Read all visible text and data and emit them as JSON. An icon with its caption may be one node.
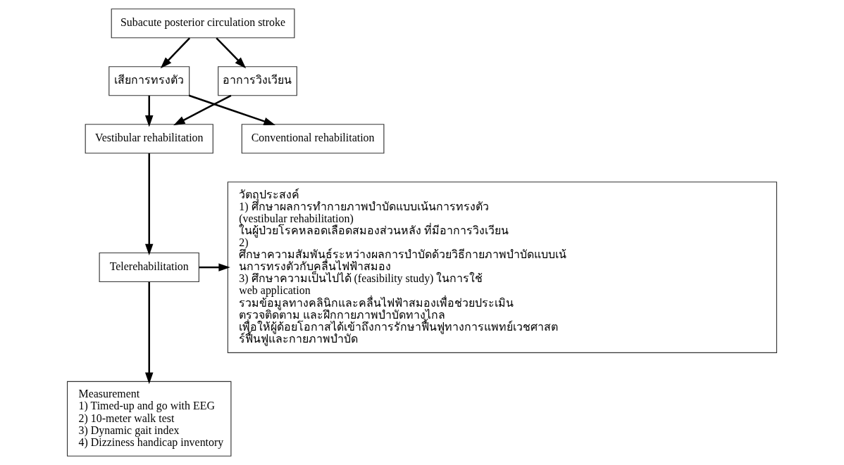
{
  "diagram": {
    "nodes": [
      {
        "text": [
          "Subacute posterior circulation stroke"
        ]
      },
      {
        "text": [
          "เสียการทรงตัว"
        ]
      },
      {
        "text": [
          "อาการวิงเวียน"
        ]
      },
      {
        "text": [
          "Vestibular rehabilitation"
        ]
      },
      {
        "text": [
          "Conventional rehabilitation"
        ]
      },
      {
        "text": [
          "Telerehabilitation"
        ]
      },
      {
        "text": [
          "Measurement",
          "1) Timed-up and go with EEG",
          "2) 10-meter walk test",
          "3) Dynamic gait index",
          "4) Dizziness handicap inventory"
        ]
      },
      {
        "text": [
          "วัตถุประสงค์",
          "1) ศึกษาผลการทำกายภาพบำบัดแบบเน้นการทรงตัว (vestibular rehabilitation) ในผู้ป่วยโรคหลอดเลือดสมองส่วนหลัง ที่มีอาการวิงเวียน",
          "2) ศึกษาความสัมพันธ์ระหว่างผลการบำบัดด้วยวิธีกายภาพบำบัดแบบเน้นการทรงตัวกับคลื่นไฟฟ้าสมอง",
          "3) ศึกษาความเป็นไปได้ (feasibility study) ในการใช้ web application รวมข้อมูลทางคลินิกและคลื่นไฟฟ้าสมองเพื่อช่วยประเมิน ตรวจติดตาม และฝึกกายภาพบำบัดทางไกล เพื่อให้ผู้ด้อยโอกาสได้เข้าถึงการรักษาฟื้นฟูทางการแพทย์เวชศาสตร์ฟื้นฟูและกายภาพบำบัด"
        ]
      }
    ],
    "edges": [
      {
        "from": 0,
        "to": 1,
        "arrow": "to"
      },
      {
        "from": 0,
        "to": 2,
        "arrow": "to"
      },
      {
        "from": 1,
        "to": 3,
        "arrow": "to"
      },
      {
        "from": 1,
        "to": 4,
        "arrow": "to"
      },
      {
        "from": 2,
        "to": 3,
        "arrow": "to"
      },
      {
        "from": 3,
        "to": 5,
        "arrow": "to"
      },
      {
        "from": 5,
        "to": 7,
        "arrow": "to"
      },
      {
        "from": 5,
        "to": 6,
        "arrow": "to"
      }
    ]
  }
}
